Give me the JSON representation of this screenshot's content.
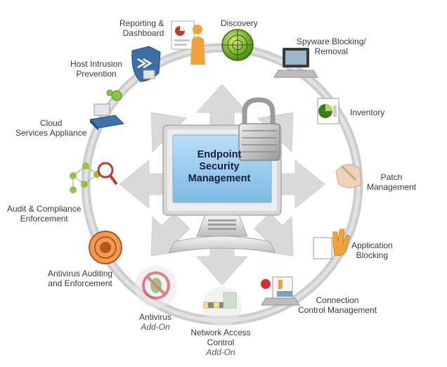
{
  "center": {
    "line1": "Endpoint",
    "line2": "Security",
    "line3": "Management"
  },
  "nodes": [
    {
      "id": "reporting",
      "lines": [
        "Reporting &",
        "Dashboard"
      ]
    },
    {
      "id": "discovery",
      "lines": [
        "Discovery"
      ]
    },
    {
      "id": "spyware",
      "lines": [
        "Spyware Blocking/",
        "Removal"
      ]
    },
    {
      "id": "inventory",
      "lines": [
        "Inventory"
      ]
    },
    {
      "id": "patch",
      "lines": [
        "Patch",
        "Management"
      ]
    },
    {
      "id": "application",
      "lines": [
        "Application",
        "Blocking"
      ]
    },
    {
      "id": "connection",
      "lines": [
        "Connection",
        "Control Management"
      ]
    },
    {
      "id": "nac",
      "lines": [
        "Network Access",
        "Control"
      ],
      "addon": "Add-On"
    },
    {
      "id": "antivirus",
      "lines": [
        "Antivirus"
      ],
      "addon": "Add-On"
    },
    {
      "id": "av-audit",
      "lines": [
        "Antivirus Auditing",
        "and Enforcement"
      ]
    },
    {
      "id": "audit",
      "lines": [
        "Audit & Compliance",
        "Enforcement"
      ]
    },
    {
      "id": "cloud",
      "lines": [
        "Cloud",
        "Services Appliance"
      ]
    },
    {
      "id": "hips",
      "lines": [
        "Host Intrusion",
        "Prevention"
      ]
    }
  ],
  "colors": {
    "ring": "#c9c9c9",
    "screen": "#8fc6ef",
    "monitor": "#e6e6e6",
    "arrows": "#d6d6d6"
  }
}
